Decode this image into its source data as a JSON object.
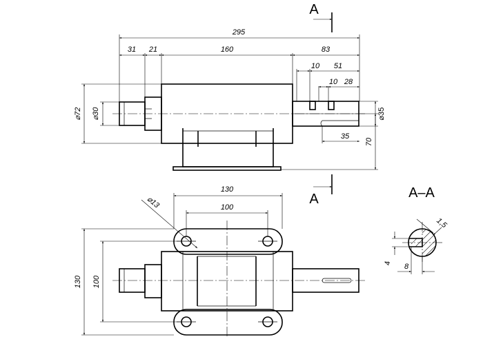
{
  "section_mark": "A",
  "section_title": "A–A",
  "dimensions": {
    "overall_length": "295",
    "left_stub": "31",
    "collar": "21",
    "body": "160",
    "right_shaft": "83",
    "keyway_offset": "51",
    "keyway_width_1": "10",
    "keyway_pos": "28",
    "keyway_width_2": "10",
    "right_key": "35",
    "base_height": "70",
    "body_diameter": "⌀72",
    "shaft_diameter_left": "⌀30",
    "shaft_diameter_right": "⌀35",
    "plate_outer": "130",
    "plate_inner": "100",
    "hole_diameter": "⌀13",
    "plan_outer": "130",
    "plan_inner": "100",
    "section_chamfer": "1,5",
    "section_key_depth": "4",
    "section_key_width": "8"
  }
}
